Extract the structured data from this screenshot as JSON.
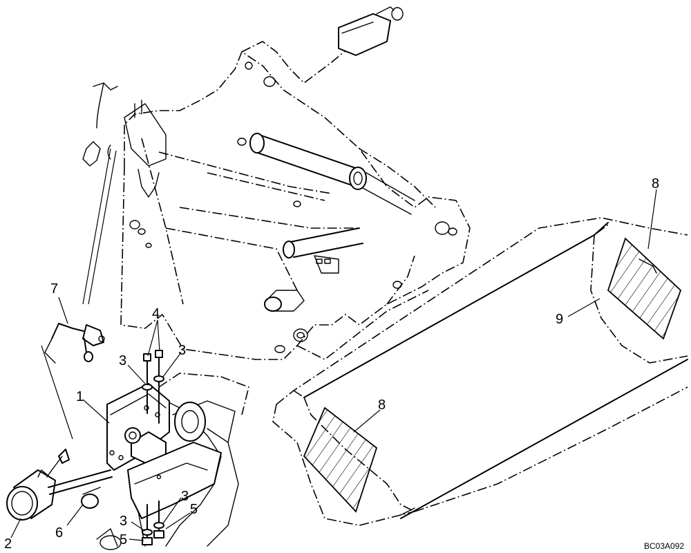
{
  "drawing_code": "BC03A092",
  "callouts": [
    {
      "id": "c1",
      "label": "1"
    },
    {
      "id": "c2",
      "label": "2"
    },
    {
      "id": "c3a",
      "label": "3"
    },
    {
      "id": "c3b",
      "label": "3"
    },
    {
      "id": "c3c",
      "label": "3"
    },
    {
      "id": "c3d",
      "label": "3"
    },
    {
      "id": "c4",
      "label": "4"
    },
    {
      "id": "c5a",
      "label": "5"
    },
    {
      "id": "c5b",
      "label": "5"
    },
    {
      "id": "c6",
      "label": "6"
    },
    {
      "id": "c7",
      "label": "7"
    },
    {
      "id": "c8a",
      "label": "8"
    },
    {
      "id": "c8b",
      "label": "8"
    },
    {
      "id": "c9",
      "label": "9"
    }
  ]
}
